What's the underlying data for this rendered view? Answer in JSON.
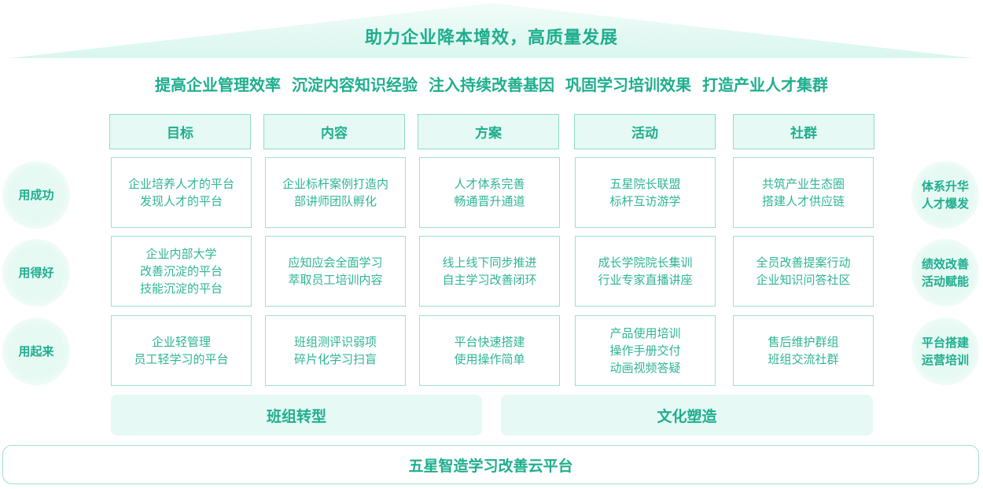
{
  "roof": {
    "title": "助力企业降本增效，高质量发展"
  },
  "goals": [
    "提高企业管理效率",
    "沉淀内容知识经验",
    "注入持续改善基因",
    "巩固学习培训效果",
    "打造产业人才集群"
  ],
  "columns": [
    "目标",
    "内容",
    "方案",
    "活动",
    "社群"
  ],
  "left_labels": [
    "用成功",
    "用得好",
    "用起来"
  ],
  "right_labels": [
    [
      "体系升华",
      "人才爆发"
    ],
    [
      "绩效改善",
      "活动赋能"
    ],
    [
      "平台搭建",
      "运营培训"
    ]
  ],
  "grid": [
    [
      [
        "企业培养人才的平台",
        "发现人才的平台"
      ],
      [
        "企业标杆案例打造内",
        "部讲师团队孵化"
      ],
      [
        "人才体系完善",
        "畅通晋升通道"
      ],
      [
        "五星院长联盟",
        "标杆互访游学"
      ],
      [
        "共筑产业生态圈",
        "搭建人才供应链"
      ]
    ],
    [
      [
        "企业内部大学",
        "改善沉淀的平台",
        "技能沉淀的平台"
      ],
      [
        "应知应会全面学习",
        "萃取员工培训内容"
      ],
      [
        "线上线下同步推进",
        "自主学习改善闭环"
      ],
      [
        "成长学院院长集训",
        "行业专家直播讲座"
      ],
      [
        "全员改善提案行动",
        "企业知识问答社区"
      ]
    ],
    [
      [
        "企业轻管理",
        "员工轻学习的平台"
      ],
      [
        "班组测评识弱项",
        "碎片化学习扫盲"
      ],
      [
        "平台快速搭建",
        "使用操作简单"
      ],
      [
        "产品使用培训",
        "操作手册交付",
        "动画视频答疑"
      ],
      [
        "售后维护群组",
        "班组交流社群"
      ]
    ]
  ],
  "base": [
    "班组转型",
    "文化塑造"
  ],
  "platform": "五星智造学习改善云平台",
  "colors": {
    "accent": "#1fae8e",
    "light_fill": "#e6f9f4",
    "border": "#9fe0cf"
  }
}
